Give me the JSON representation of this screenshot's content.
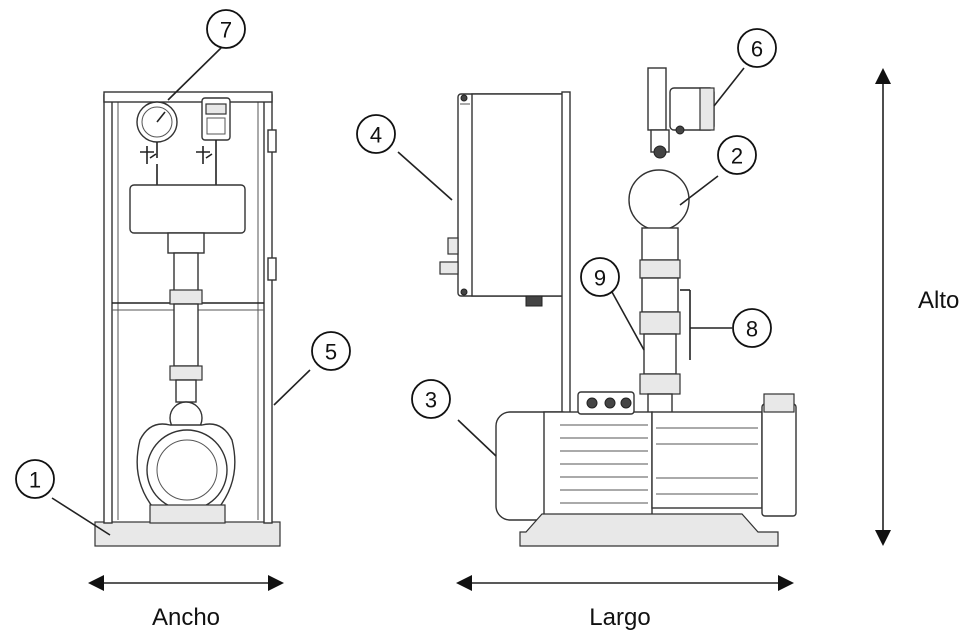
{
  "callouts": [
    "1",
    "2",
    "3",
    "4",
    "5",
    "6",
    "7",
    "8",
    "9"
  ],
  "dimensions": {
    "width": "Ancho",
    "length": "Largo",
    "height": "Alto"
  }
}
